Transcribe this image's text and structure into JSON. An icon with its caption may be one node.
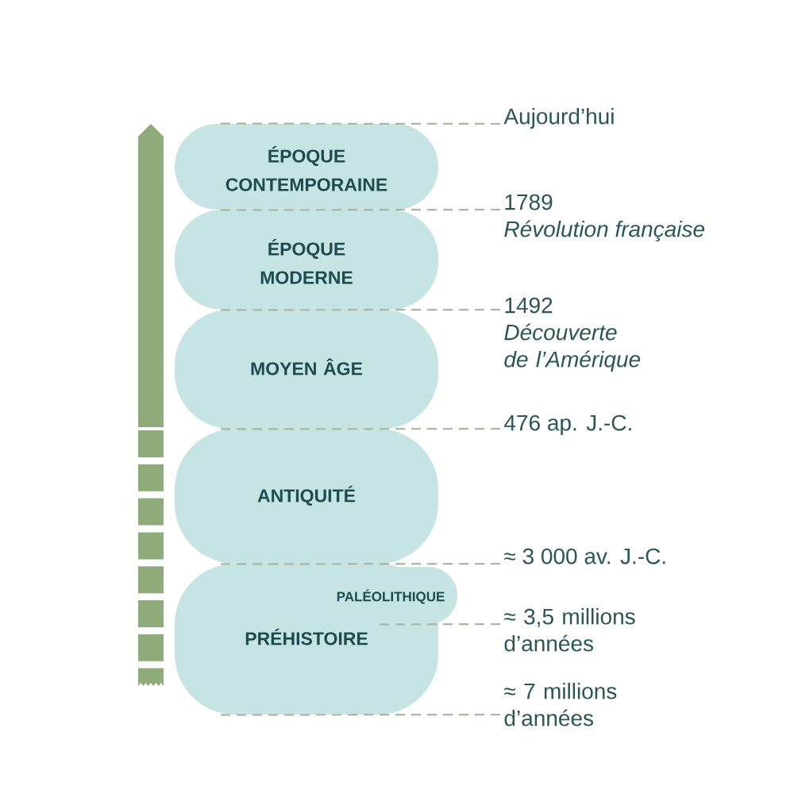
{
  "diagram": {
    "nodes": [
      {
        "text": [
          "ÉPOQUE CONTEMPORAINE"
        ]
      },
      {
        "text": [
          "ÉPOQUE MODERNE"
        ]
      },
      {
        "text": [
          "MOYEN ÂGE"
        ]
      },
      {
        "text": [
          "ANTIQUITÉ"
        ]
      },
      {
        "text": [
          "PRÉHISTOIRE"
        ]
      },
      {
        "text": [
          "PALÉOLITHIQUE"
        ]
      },
      {
        "text": [
          "Aujourd’hui"
        ]
      },
      {
        "text": [
          "1789",
          "Révolution française"
        ]
      },
      {
        "text": [
          "1492",
          "Découverte de l’Amérique"
        ]
      },
      {
        "text": [
          "476 ap. J.-C."
        ]
      },
      {
        "text": [
          "≈ 3 000 av. J.-C."
        ]
      },
      {
        "text": [
          "≈ 3,5 millions d’années"
        ]
      },
      {
        "text": [
          "≈ 7 millions d’années"
        ]
      }
    ],
    "edges": [
      {
        "from": 6,
        "to": 0,
        "arrow": "none",
        "style": "dashed"
      },
      {
        "from": 7,
        "to": 0,
        "arrow": "none",
        "style": "dashed"
      },
      {
        "from": 8,
        "to": 1,
        "arrow": "none",
        "style": "dashed"
      },
      {
        "from": 9,
        "to": 2,
        "arrow": "none",
        "style": "dashed"
      },
      {
        "from": 10,
        "to": 3,
        "arrow": "none",
        "style": "dashed"
      },
      {
        "from": 11,
        "to": 5,
        "arrow": "none",
        "style": "dashed"
      },
      {
        "from": 12,
        "to": 4,
        "arrow": "none",
        "style": "dashed"
      }
    ]
  }
}
